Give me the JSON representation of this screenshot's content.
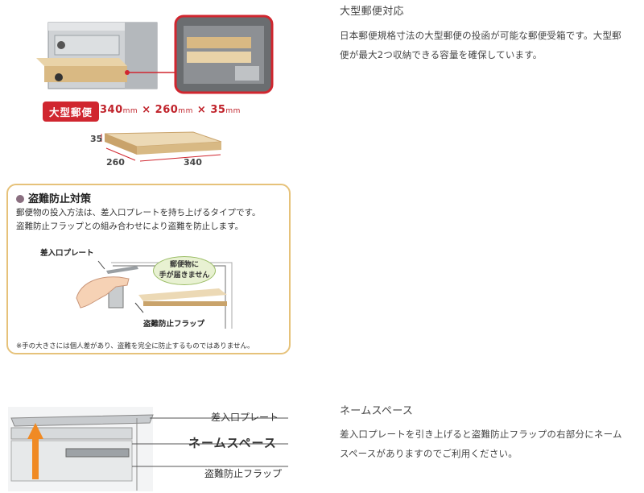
{
  "section1": {
    "title": "大型郵便対応",
    "body_line1": "日本郵便規格寸法の大型郵便の投函が可能な郵便受箱です。大型郵",
    "body_line2": "便が最大2つ収納できる容量を確保しています。"
  },
  "section2": {
    "title": "ネームスペース",
    "body_line1": "差入口プレートを引き上げると盗難防止フラップの右部分にネーム",
    "body_line2": "スペースがありますのでご利用ください。"
  },
  "product_figure": {
    "badge": "大型郵便",
    "dim_a": "340",
    "dim_b": "260",
    "dim_c": "35",
    "unit": "mm",
    "times": "×",
    "label_height": "35",
    "label_depth": "260",
    "label_width": "340"
  },
  "theft_box": {
    "title": "盗難防止対策",
    "desc_line1": "郵便物の投入方法は、差入口プレートを持ち上げるタイプです。",
    "desc_line2": "盗難防止フラップとの組み合わせにより盗難を防止します。",
    "callout_plate": "差入口プレート",
    "bubble_line1": "郵便物に",
    "bubble_line2": "手が届きません",
    "callout_flap": "盗難防止フラップ",
    "note": "※手の大きさには個人差があり、盗難を完全に防止するものではありません。"
  },
  "name_figure": {
    "label_plate": "差入口プレート",
    "label_name": "ネームスペース",
    "label_flap": "盗難防止フラップ"
  },
  "colors": {
    "accent_red": "#d0262f",
    "frame_gold": "#e6c27a",
    "bubble_green": "#e8f1d2"
  }
}
